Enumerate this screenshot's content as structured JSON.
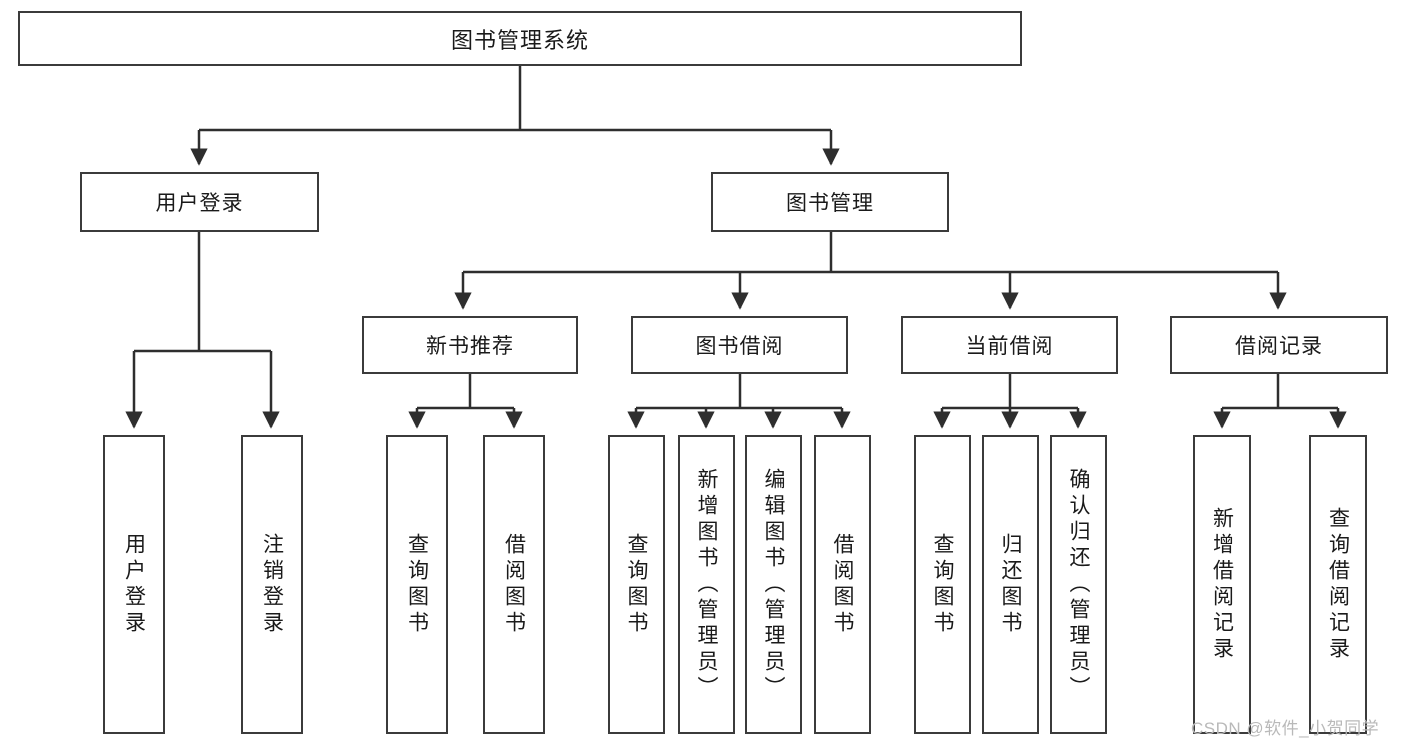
{
  "diagram": {
    "title": "图书管理系统",
    "watermark": "CSDN @软件_小贺同学",
    "root": {
      "label": "图书管理系统"
    },
    "level2": [
      {
        "label": "用户登录"
      },
      {
        "label": "图书管理"
      }
    ],
    "level3": [
      {
        "label": "新书推荐"
      },
      {
        "label": "图书借阅"
      },
      {
        "label": "当前借阅"
      },
      {
        "label": "借阅记录"
      }
    ],
    "leaves": {
      "user_login": [
        {
          "label": "用户登录"
        },
        {
          "label": "注销登录"
        }
      ],
      "new_book_recommend": [
        {
          "label": "查询图书"
        },
        {
          "label": "借阅图书"
        }
      ],
      "book_borrow": [
        {
          "label": "查询图书"
        },
        {
          "label": "新增图书（管理员）"
        },
        {
          "label": "编辑图书（管理员）"
        },
        {
          "label": "借阅图书"
        }
      ],
      "current_borrow": [
        {
          "label": "查询图书"
        },
        {
          "label": "归还图书"
        },
        {
          "label": "确认归还（管理员）"
        }
      ],
      "borrow_record": [
        {
          "label": "新增借阅记录"
        },
        {
          "label": "查询借阅记录"
        }
      ]
    }
  }
}
